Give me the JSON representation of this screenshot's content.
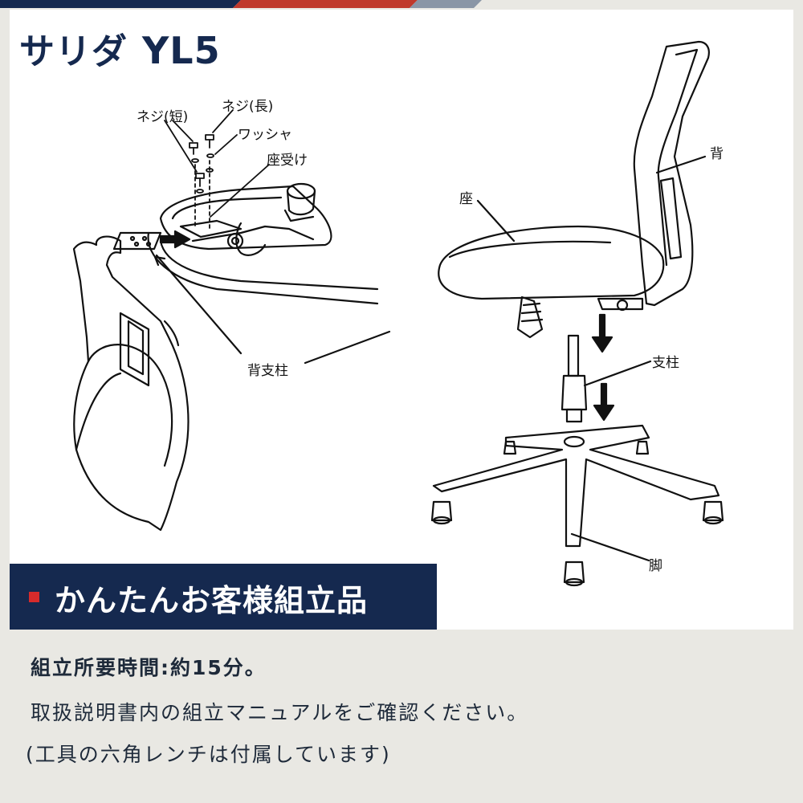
{
  "header": {
    "brand": "サリダ",
    "model": "YL5"
  },
  "labels": {
    "screw_short": "ネジ(短)",
    "screw_long": "ネジ(長)",
    "washer": "ワッシャ",
    "seat_bracket": "座受け",
    "back_post": "背支柱",
    "seat": "座",
    "back": "背",
    "column": "支柱",
    "base": "脚"
  },
  "banner": {
    "text": "かんたんお客様組立品"
  },
  "info": {
    "assembly_time": "組立所要時間:約15分。",
    "manual_note": "取扱説明書内の組立マニュアルをご確認ください。",
    "tool_note": "(工具の六角レンチは付属しています)"
  },
  "colors": {
    "navy": "#15294f",
    "accent_red": "#d62b2b",
    "background": "#e9e8e3",
    "card": "#ffffff"
  }
}
